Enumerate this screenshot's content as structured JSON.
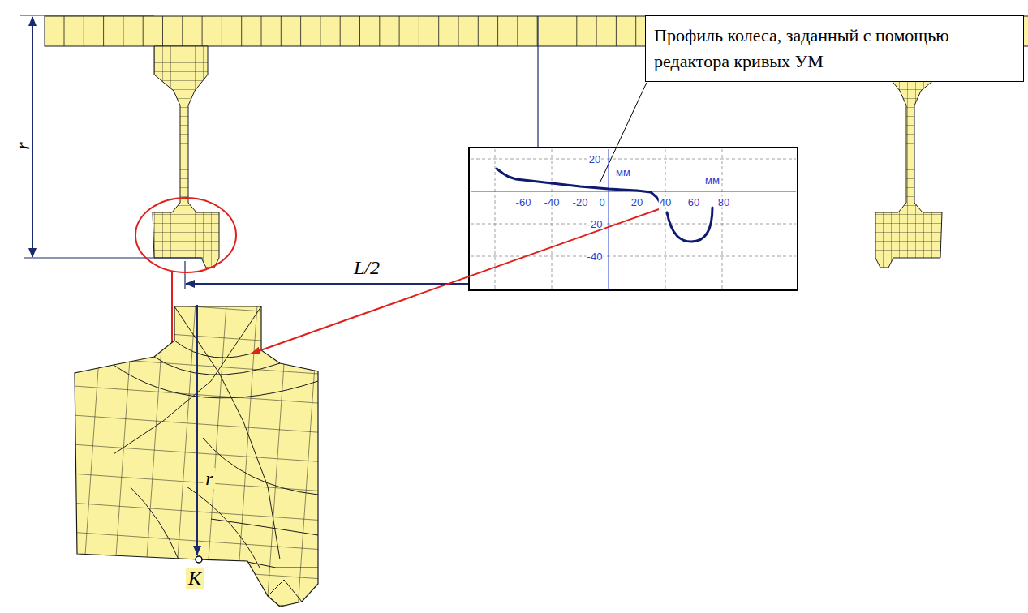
{
  "diagram": {
    "nodes": [
      {
        "text": [
          "Профиль колеса, заданный с помощью редактора кривых УМ"
        ]
      }
    ],
    "labels": [
      "r",
      "L/2",
      "r",
      "K",
      "20",
      "мм",
      "мм",
      "-60",
      "-40",
      "-20",
      "0",
      "20",
      "40",
      "60",
      "80",
      "-20",
      "-40"
    ]
  }
}
